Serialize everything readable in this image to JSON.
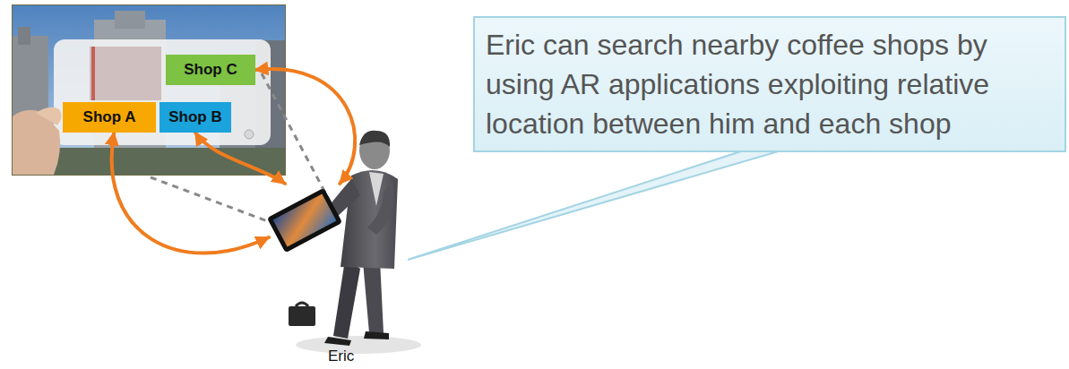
{
  "diagram": {
    "nodes": [
      {
        "text": [
          "Shop C"
        ]
      },
      {
        "text": [
          "Shop A"
        ]
      },
      {
        "text": [
          "Shop B"
        ]
      },
      {
        "text": [
          "Eric can search nearby coffee shops by using AR applications exploiting relative location between him and each shop"
        ]
      },
      {
        "text": [
          "Eric"
        ]
      }
    ],
    "edges": [
      {
        "from": 4,
        "to": 0,
        "arrow": "both"
      },
      {
        "from": 4,
        "to": 1,
        "arrow": "both"
      },
      {
        "from": 4,
        "to": 2,
        "arrow": "both"
      }
    ]
  }
}
